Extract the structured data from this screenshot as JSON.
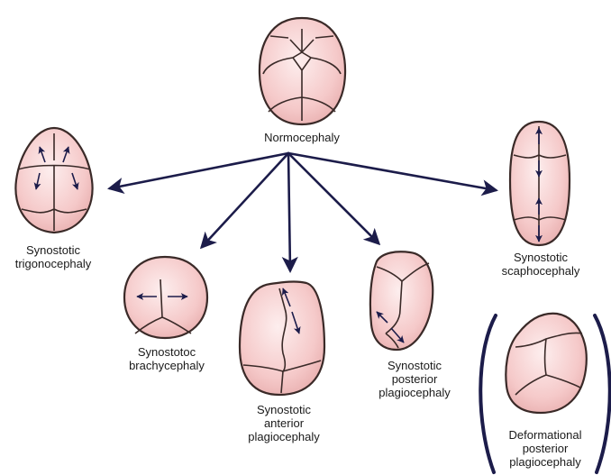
{
  "diagram": {
    "center": {
      "label": "Normocephaly"
    },
    "skulls": [
      {
        "id": "trigonocephaly",
        "lines": [
          "Synostotic",
          "trigonocephaly"
        ]
      },
      {
        "id": "brachycephaly",
        "lines": [
          "Synostotoc",
          "brachycephaly"
        ]
      },
      {
        "id": "anterior-plagiocephaly",
        "lines": [
          "Synostotic",
          "anterior",
          "plagiocephaly"
        ]
      },
      {
        "id": "posterior-plagiocephaly",
        "lines": [
          "Synostotic",
          "posterior",
          "plagiocephaly"
        ]
      },
      {
        "id": "scaphocephaly",
        "lines": [
          "Synostotic",
          "scaphocephaly"
        ]
      },
      {
        "id": "deformational",
        "lines": [
          "Deformational",
          "posterior",
          "plagiocephaly"
        ]
      }
    ]
  },
  "colors": {
    "skull_fill": "#f7cfcf",
    "skull_highlight": "#fdeeee",
    "outline": "#3a2a28",
    "arrow": "#1c1c4a"
  }
}
